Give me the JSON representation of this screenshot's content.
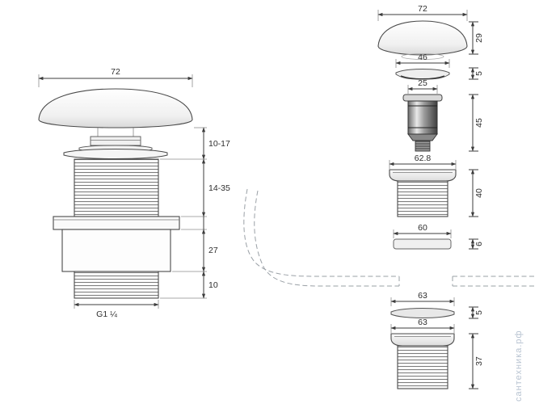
{
  "assembled_view": {
    "top_width": "72",
    "cap_travel": "10-17",
    "thread_range": "14-35",
    "body_height": "27",
    "outlet_height": "10",
    "outlet_thread": "G1 ¼"
  },
  "exploded_view": {
    "cap": {
      "width": "72",
      "height": "29"
    },
    "flange": {
      "width": "46",
      "height": "5"
    },
    "valve": {
      "width": "25",
      "height": "45"
    },
    "body": {
      "width": "62.8",
      "height": "40"
    },
    "washer": {
      "width": "60",
      "height": "6"
    },
    "gasket": {
      "width": "63",
      "height": "5"
    },
    "nut": {
      "width": "63",
      "height": "37"
    }
  },
  "watermark": "сантехника.рф"
}
